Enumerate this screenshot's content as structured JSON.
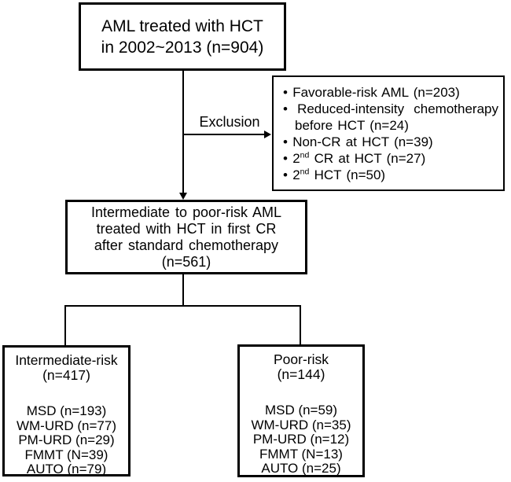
{
  "diagram": {
    "colors": {
      "border": "#000000",
      "background": "#ffffff",
      "text": "#000000"
    },
    "top_box": {
      "lines": [
        "AML treated with HCT",
        "in 2002~2013 (n=904)"
      ]
    },
    "exclusion": {
      "label": "Exclusion",
      "items": [
        "Favorable-risk AML (n=203)",
        "Reduced-intensity chemotherapy before HCT (n=24)",
        "Non-CR at HCT (n=39)",
        "2^{nd} CR at HCT (n=27)",
        "2^{nd} HCT (n=50)"
      ]
    },
    "middle_box": {
      "lines": [
        "Intermediate to poor-risk AML",
        "treated with HCT in first CR",
        "after standard chemotherapy",
        "(n=561)"
      ]
    },
    "intermediate_box": {
      "title_lines": [
        "Intermediate-risk",
        "(n=417)"
      ],
      "items": [
        "MSD (n=193)",
        "WM-URD (n=77)",
        "PM-URD (n=29)",
        "FMMT (N=39)",
        "AUTO (n=79)"
      ]
    },
    "poor_box": {
      "title_lines": [
        "Poor-risk",
        "(n=144)"
      ],
      "items": [
        "MSD (n=59)",
        "WM-URD (n=35)",
        "PM-URD (n=12)",
        "FMMT (N=13)",
        "AUTO (n=25)"
      ]
    }
  }
}
